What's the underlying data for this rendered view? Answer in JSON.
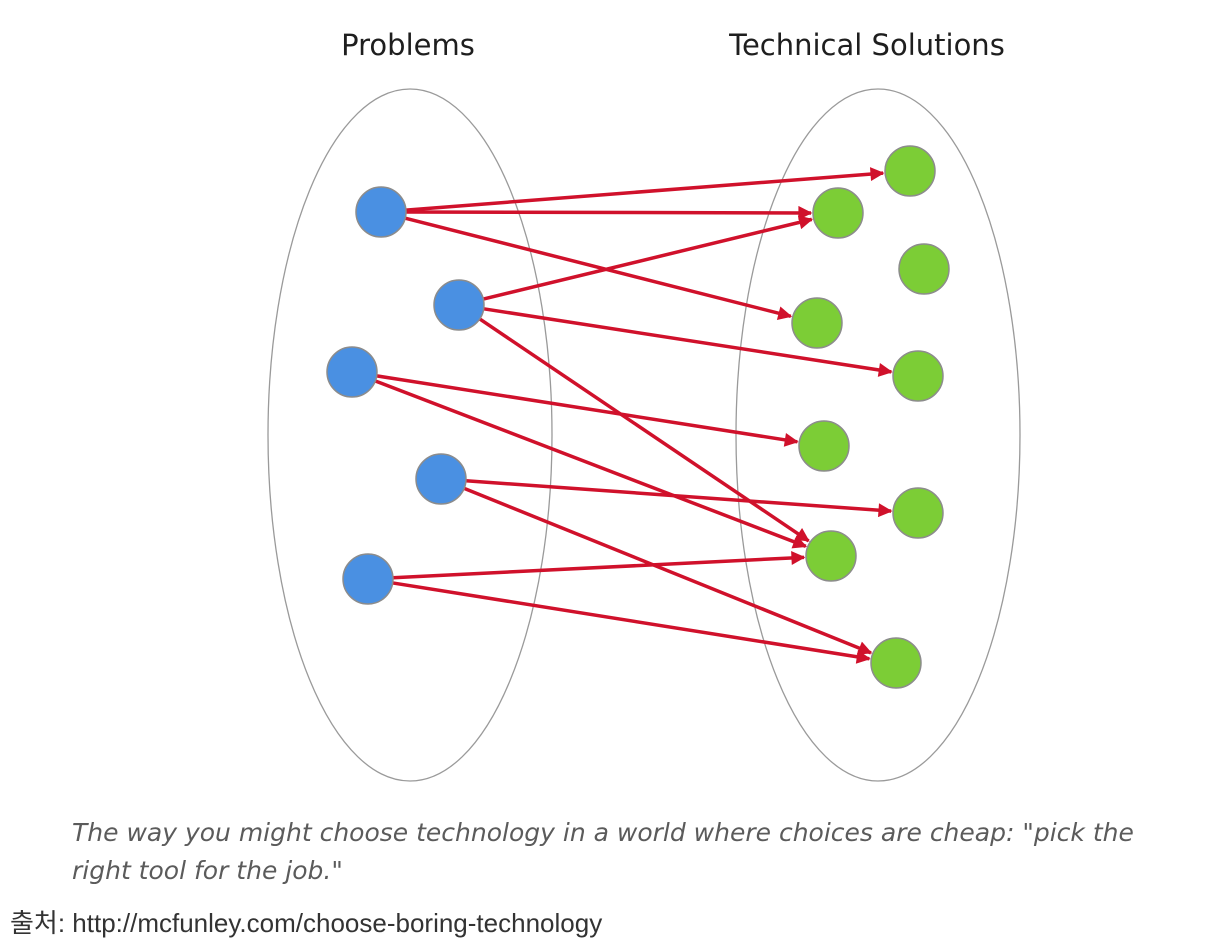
{
  "diagram": {
    "left_group_label": "Problems",
    "right_group_label": "Technical Solutions",
    "colors": {
      "problem_node": "#4a90e2",
      "solution_node": "#7ccd36",
      "arrow": "#d0112b",
      "ellipse_stroke": "#9a9a9a",
      "node_stroke": "#8c8c8c"
    },
    "problems": [
      "p1",
      "p2",
      "p3",
      "p4",
      "p5"
    ],
    "solutions": [
      "s1",
      "s2",
      "s3",
      "s4",
      "s5",
      "s6",
      "s7",
      "s8",
      "s9"
    ],
    "links": [
      [
        "p1",
        "s1"
      ],
      [
        "p1",
        "s2"
      ],
      [
        "p1",
        "s4"
      ],
      [
        "p2",
        "s2"
      ],
      [
        "p2",
        "s5"
      ],
      [
        "p2",
        "s8"
      ],
      [
        "p3",
        "s6"
      ],
      [
        "p3",
        "s8"
      ],
      [
        "p4",
        "s7"
      ],
      [
        "p4",
        "s9"
      ],
      [
        "p5",
        "s8"
      ],
      [
        "p5",
        "s9"
      ]
    ]
  },
  "caption": "The way you might choose technology in a world where choices are cheap: \"pick the right tool for the job.\"",
  "source": "출처: http://mcfunley.com/choose-boring-technology"
}
